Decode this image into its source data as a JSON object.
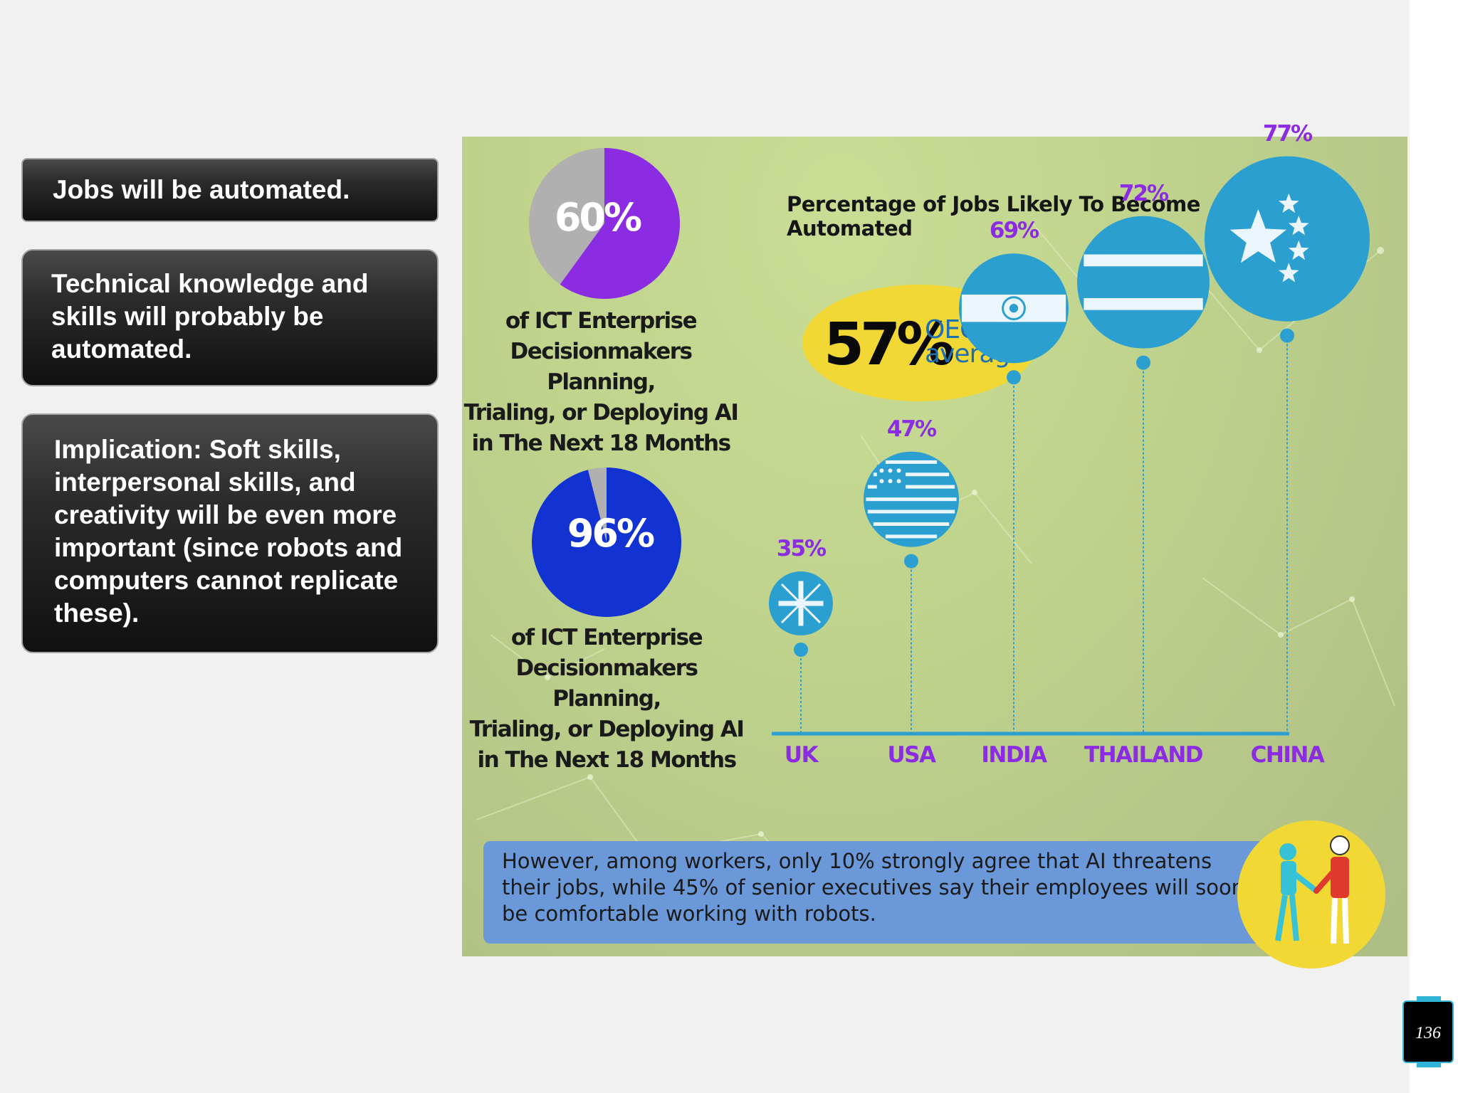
{
  "bullets": [
    "Jobs will be automated.",
    "Technical knowledge and skills will probably be automated.",
    "Implication:  Soft skills, interpersonal skills, and creativity will be even more important (since robots and computers cannot replicate these)."
  ],
  "infographic": {
    "pie1": {
      "label": "60%",
      "value": 60,
      "color": "#8b2be2",
      "rest_color": "#b0b0b0"
    },
    "pie1_caption": [
      "of ICT Enterprise",
      "Decisionmakers Planning,",
      "Trialing, or Deploying AI",
      "in The Next 18 Months"
    ],
    "pie2": {
      "label": "96%",
      "value": 96,
      "color": "#1233d1",
      "rest_color": "#b0b0b0"
    },
    "pie2_caption": [
      "of ICT Enterprise",
      "Decisionmakers Planning,",
      "Trialing, or Deploying AI",
      "in The Next 18 Months"
    ],
    "oecd": {
      "value": "57%",
      "label_line1": "OECD",
      "label_line2": "average"
    },
    "note": "However, among workers, only 10% strongly agree that AI threatens their jobs, while 45% of senior executives say their employees will soon be comfortable working with robots."
  },
  "chart_data": {
    "type": "bar",
    "title": "Percentage of Jobs Likely To Become Automated",
    "categories": [
      "UK",
      "USA",
      "INDIA",
      "THAILAND",
      "CHINA"
    ],
    "labels": [
      "35%",
      "47%",
      "69%",
      "72%",
      "77%"
    ],
    "values": [
      35,
      47,
      69,
      72,
      77
    ],
    "ylim": [
      0,
      100
    ],
    "reference_line": {
      "value": 57,
      "label": "OECD average"
    },
    "colors": {
      "balloon": "#2a9fd0",
      "label": "#8b2be2",
      "baseline": "#2a9fd0"
    },
    "icons": [
      "uk-flag-icon",
      "usa-flag-icon",
      "india-flag-icon",
      "thailand-flag-icon",
      "china-flag-icon"
    ]
  },
  "footer": {
    "page_number": "136"
  }
}
